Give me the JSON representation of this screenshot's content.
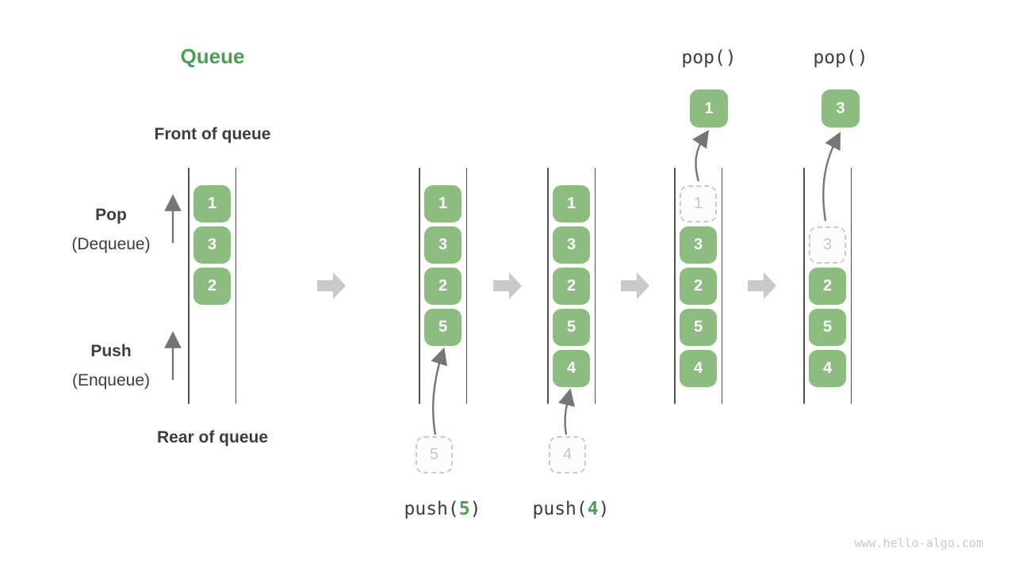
{
  "title": "Queue",
  "watermark": "www.hello-algo.com",
  "colors": {
    "element_green": "#8cbc80",
    "accent_green": "#4d9e54",
    "text_dark": "#3d3d3d",
    "thin_arrow_gray": "#757575",
    "flow_arrow_gray": "#c9c9c9",
    "ghost_gray": "#c9c9c9"
  },
  "labels": {
    "front": "Front of queue",
    "rear": "Rear of queue",
    "pop_title": "Pop",
    "pop_subtitle": "(Dequeue)",
    "push_title": "Push",
    "push_subtitle": "(Enqueue)"
  },
  "operations": {
    "push": [
      {
        "prefix": "push(",
        "value": "5",
        "suffix": ")"
      },
      {
        "prefix": "push(",
        "value": "4",
        "suffix": ")"
      }
    ],
    "pop": [
      {
        "label": "pop()"
      },
      {
        "label": "pop()"
      }
    ]
  },
  "popped": [
    {
      "value": "1"
    },
    {
      "value": "3"
    }
  ],
  "staged": [
    {
      "value": "5"
    },
    {
      "value": "4"
    }
  ],
  "columns": [
    {
      "name": "initial-state",
      "items": [
        {
          "value": "1"
        },
        {
          "value": "3"
        },
        {
          "value": "2"
        }
      ]
    },
    {
      "name": "after-push-5",
      "items": [
        {
          "value": "1"
        },
        {
          "value": "3"
        },
        {
          "value": "2"
        },
        {
          "value": "5"
        }
      ]
    },
    {
      "name": "after-push-4",
      "items": [
        {
          "value": "1"
        },
        {
          "value": "3"
        },
        {
          "value": "2"
        },
        {
          "value": "5"
        },
        {
          "value": "4"
        }
      ]
    },
    {
      "name": "after-pop-1",
      "ghost": "1",
      "items": [
        {
          "value": "3"
        },
        {
          "value": "2"
        },
        {
          "value": "5"
        },
        {
          "value": "4"
        }
      ]
    },
    {
      "name": "after-pop-3",
      "ghost": "3",
      "items": [
        {
          "value": "2"
        },
        {
          "value": "5"
        },
        {
          "value": "4"
        }
      ]
    }
  ]
}
